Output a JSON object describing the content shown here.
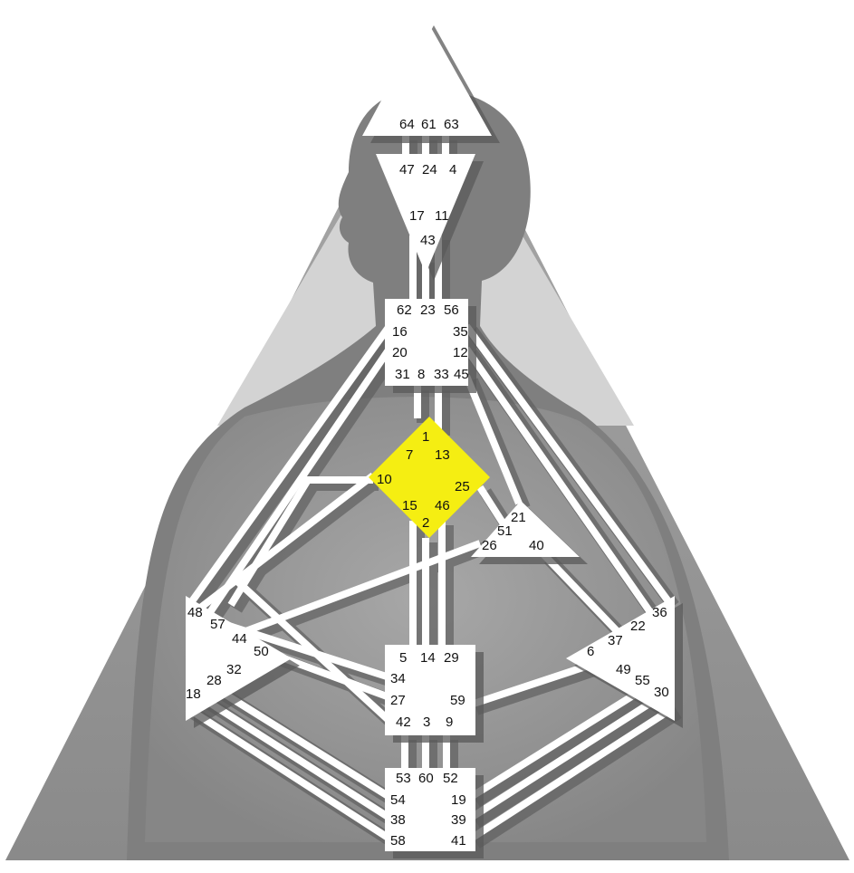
{
  "colors": {
    "background": "#ffffff",
    "outer_triangle": "#8f8f8f",
    "silhouette": "#7d7d7d",
    "light_panel": "#d2d2d2",
    "center_fill": "#ffffff",
    "center_shadow": "#5e5e5e",
    "g_center_fill": "#f5ee12",
    "text": "#111111"
  },
  "centers": {
    "head": {
      "gates": [
        "64",
        "61",
        "63"
      ]
    },
    "ajna": {
      "gates": [
        "47",
        "24",
        "4",
        "17",
        "11",
        "43"
      ]
    },
    "throat": {
      "gates": [
        "62",
        "23",
        "56",
        "16",
        "35",
        "20",
        "12",
        "31",
        "8",
        "33",
        "45"
      ]
    },
    "g_center": {
      "gates": [
        "1",
        "7",
        "13",
        "10",
        "25",
        "15",
        "46",
        "2"
      ]
    },
    "ego": {
      "gates": [
        "21",
        "51",
        "26",
        "40"
      ]
    },
    "spleen": {
      "gates": [
        "48",
        "57",
        "44",
        "50",
        "32",
        "28",
        "18"
      ]
    },
    "sacral": {
      "gates": [
        "5",
        "14",
        "29",
        "34",
        "27",
        "59",
        "42",
        "3",
        "9"
      ]
    },
    "solar_plexus": {
      "gates": [
        "36",
        "22",
        "37",
        "6",
        "49",
        "55",
        "30"
      ]
    },
    "root": {
      "gates": [
        "53",
        "60",
        "52",
        "54",
        "19",
        "38",
        "39",
        "58",
        "41"
      ]
    }
  }
}
